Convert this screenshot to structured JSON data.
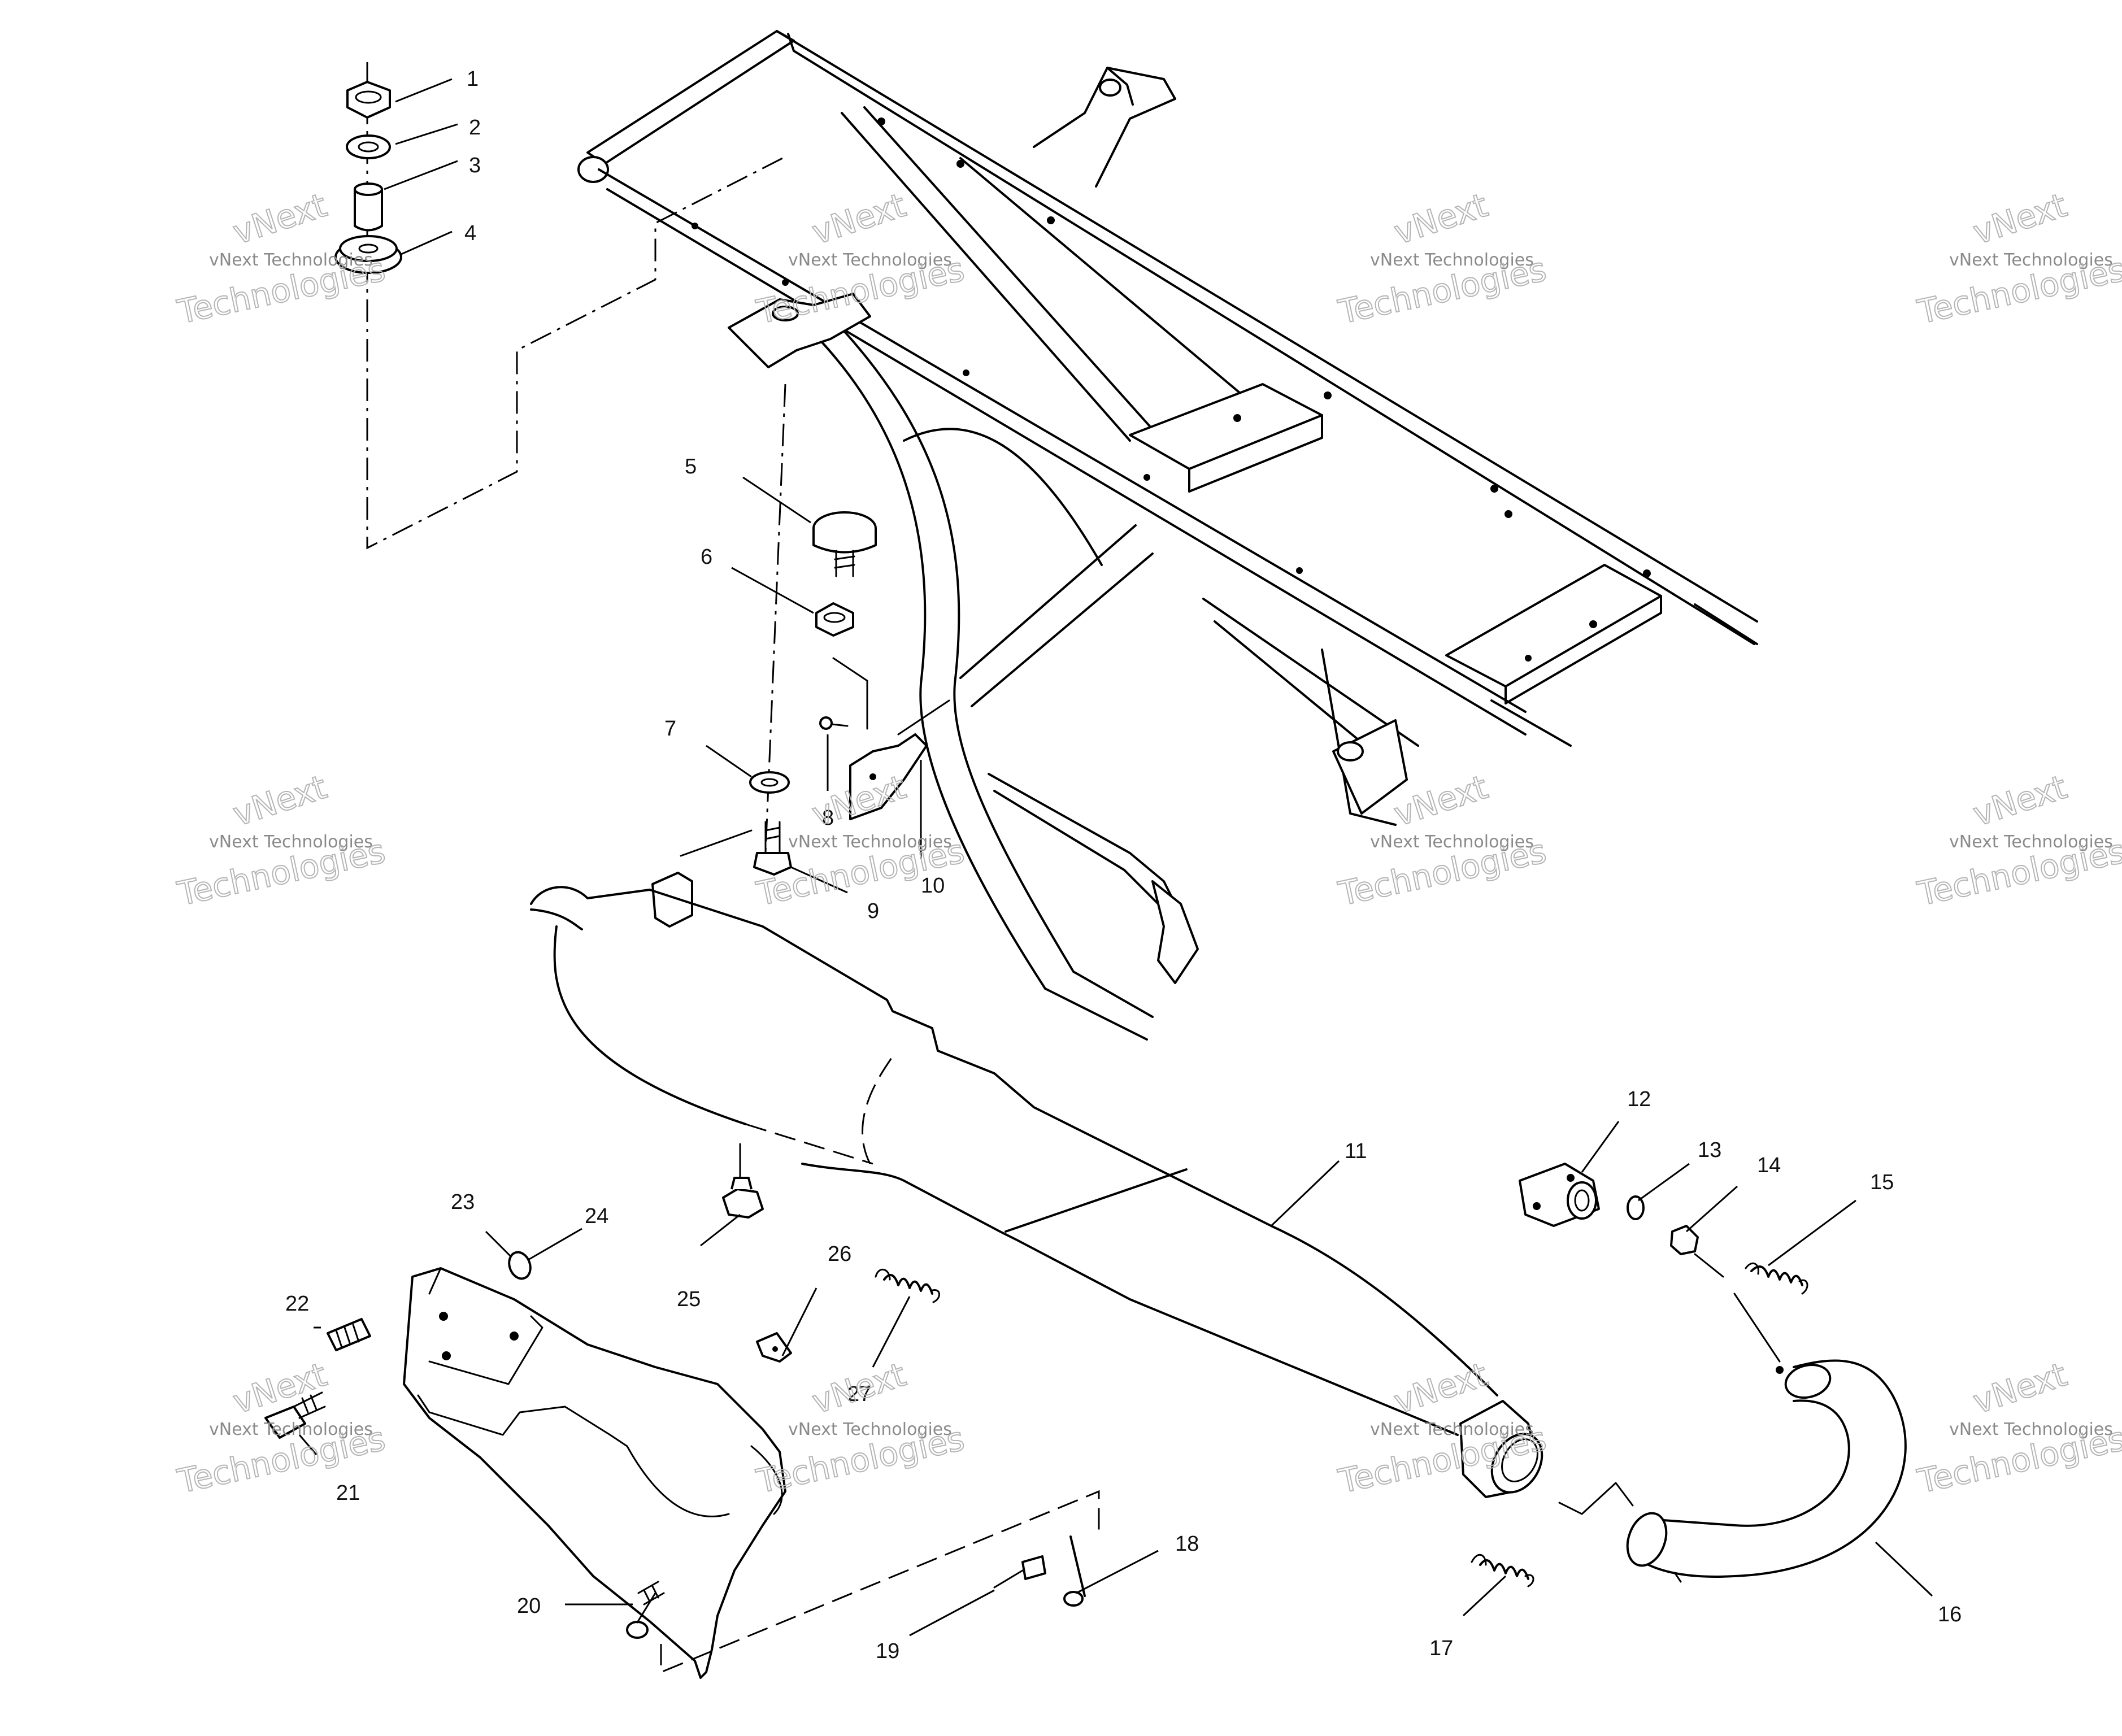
{
  "watermark": {
    "text": "vNext Technologies",
    "word1": "vNext",
    "word2": "Technologies"
  },
  "callouts": [
    {
      "id": "1",
      "label": "1"
    },
    {
      "id": "2",
      "label": "2"
    },
    {
      "id": "3",
      "label": "3"
    },
    {
      "id": "4",
      "label": "4"
    },
    {
      "id": "5",
      "label": "5"
    },
    {
      "id": "6",
      "label": "6"
    },
    {
      "id": "7",
      "label": "7"
    },
    {
      "id": "8",
      "label": "8"
    },
    {
      "id": "9",
      "label": "9"
    },
    {
      "id": "10",
      "label": "10"
    },
    {
      "id": "11",
      "label": "11"
    },
    {
      "id": "12",
      "label": "12"
    },
    {
      "id": "13",
      "label": "13"
    },
    {
      "id": "14",
      "label": "14"
    },
    {
      "id": "15",
      "label": "15"
    },
    {
      "id": "16",
      "label": "16"
    },
    {
      "id": "17",
      "label": "17"
    },
    {
      "id": "18",
      "label": "18"
    },
    {
      "id": "19",
      "label": "19"
    },
    {
      "id": "20",
      "label": "20"
    },
    {
      "id": "21",
      "label": "21"
    },
    {
      "id": "22",
      "label": "22"
    },
    {
      "id": "23",
      "label": "23"
    },
    {
      "id": "24",
      "label": "24"
    },
    {
      "id": "25",
      "label": "25"
    },
    {
      "id": "26",
      "label": "26"
    },
    {
      "id": "27",
      "label": "27"
    }
  ]
}
